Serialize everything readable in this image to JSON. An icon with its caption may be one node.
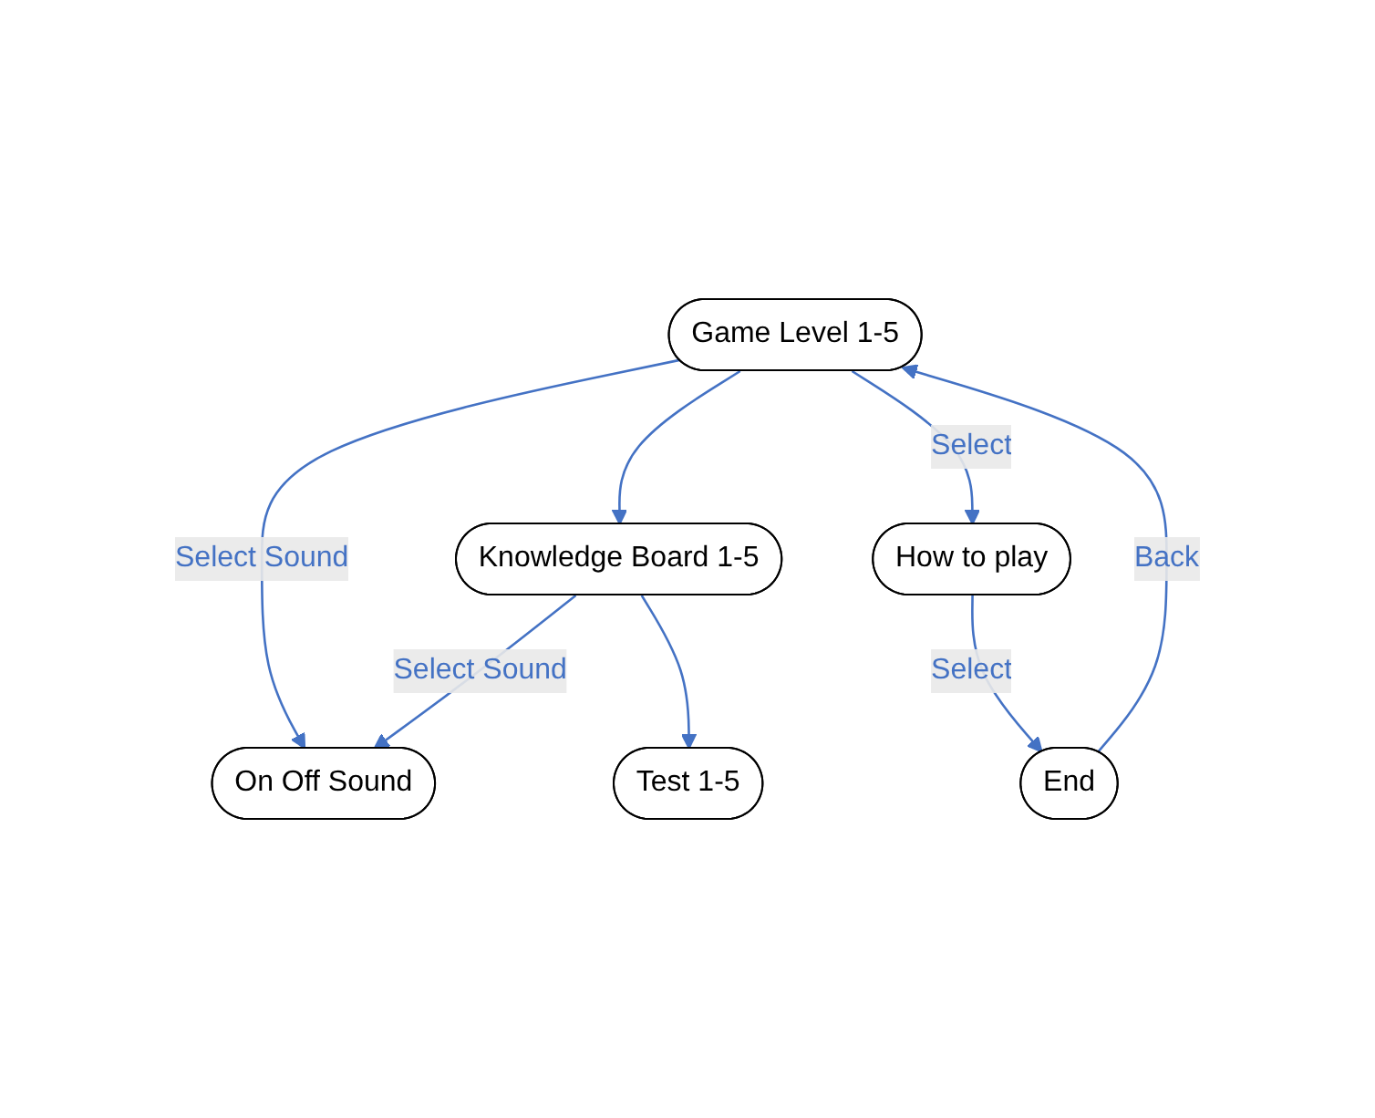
{
  "diagram": {
    "nodes": [
      {
        "text": [
          "On Off Sound"
        ]
      },
      {
        "text": [
          "Game Level 1-5"
        ]
      },
      {
        "text": [
          "Knowledge Board 1-5"
        ]
      },
      {
        "text": [
          "End"
        ]
      },
      {
        "text": [
          "How to play"
        ]
      },
      {
        "text": [
          "Test 1-5"
        ]
      }
    ],
    "edges": [
      {
        "from": 1,
        "to": 0,
        "arrow": "to",
        "label": "Select Sound"
      },
      {
        "from": 2,
        "to": 0,
        "arrow": "to",
        "label": "Select Sound"
      },
      {
        "from": 1,
        "to": 2,
        "arrow": "to"
      },
      {
        "from": 2,
        "to": 5,
        "arrow": "to"
      },
      {
        "from": 1,
        "to": 4,
        "arrow": "to",
        "label": "Select"
      },
      {
        "from": 4,
        "to": 3,
        "arrow": "to",
        "label": "Select"
      },
      {
        "from": 3,
        "to": 1,
        "arrow": "to",
        "label": "Back"
      }
    ]
  }
}
